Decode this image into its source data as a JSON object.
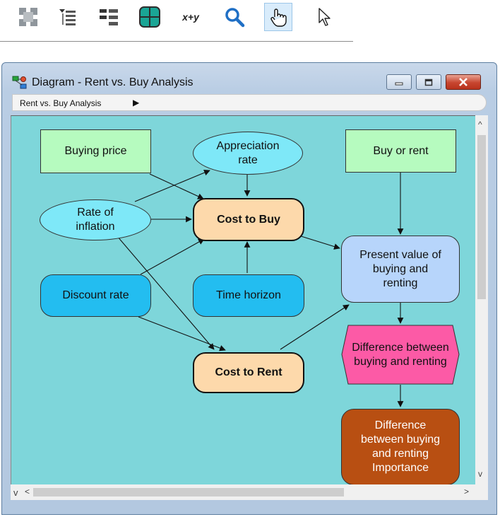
{
  "toolbar": {
    "buttons": [
      {
        "name": "arrange-icon",
        "label": ""
      },
      {
        "name": "outline-icon",
        "label": ""
      },
      {
        "name": "attribute-panel-icon",
        "label": ""
      },
      {
        "name": "table-icon",
        "label": ""
      },
      {
        "name": "expression",
        "label": "x+y"
      },
      {
        "name": "search-icon",
        "label": ""
      },
      {
        "name": "hand-icon",
        "label": "",
        "active": true
      },
      {
        "name": "arrow-pointer-icon",
        "label": ""
      }
    ]
  },
  "window": {
    "title": "Diagram - Rent vs. Buy Analysis",
    "breadcrumb": "Rent vs. Buy Analysis",
    "breadcrumb_arrow": "▶",
    "controls": [
      "minimize-icon",
      "maximize-icon",
      "close-icon"
    ]
  },
  "diagram": {
    "nodes": {
      "buying_price": "Buying price",
      "appreciation_rate": "Appreciation rate",
      "buy_or_rent": "Buy or rent",
      "rate_of_inflation": "Rate of inflation",
      "cost_to_buy": "Cost to Buy",
      "present_value": "Present value of buying and renting",
      "discount_rate": "Discount rate",
      "time_horizon": "Time horizon",
      "difference": "Difference between buying and renting",
      "cost_to_rent": "Cost to Rent",
      "difference_importance": "Difference between buying and renting Importance"
    }
  },
  "scrollbars": {
    "up": "^",
    "down": "v",
    "left": "<",
    "right": ">",
    "corner": "v"
  },
  "colors": {
    "canvas": "#7ed6da",
    "decision": "#b6fbbf",
    "chance": "#7ee8f8",
    "constant": "#23bdf0",
    "objective": "#fdd9ab",
    "general": "#b7d5fb",
    "index": "#fc5aa6",
    "importance": "#b84f12"
  }
}
